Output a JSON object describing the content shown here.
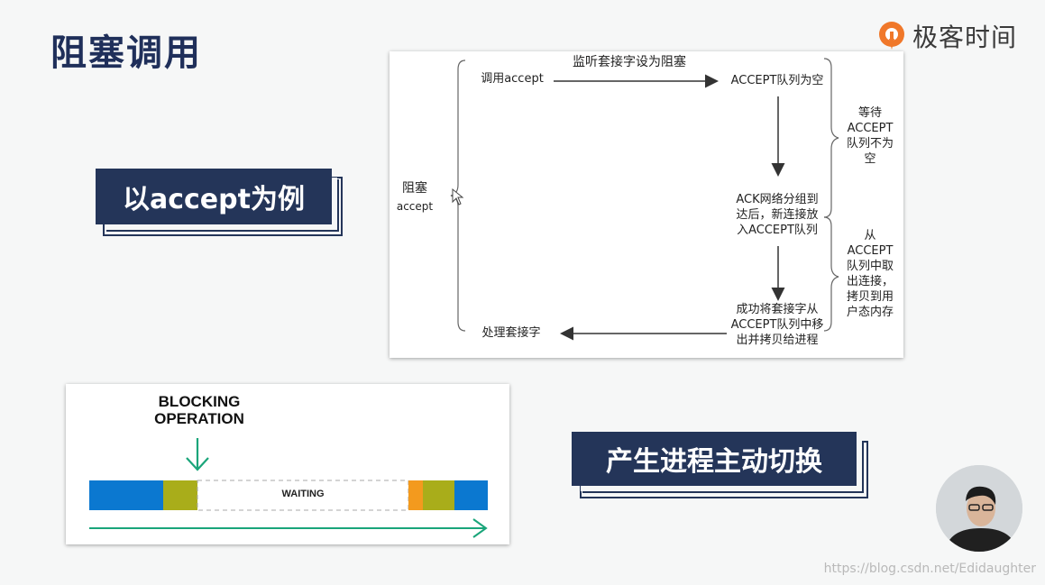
{
  "title": "阻塞调用",
  "logo": {
    "text": "极客时间"
  },
  "labels": {
    "example": "以accept为例",
    "switch": "产生进程主动切换"
  },
  "diagram": {
    "brace_label_line1": "阻塞",
    "brace_label_line2": "accept",
    "call_accept": "调用accept",
    "set_blocking": "监听套接字设为阻塞",
    "queue_empty": "ACCEPT队列为空",
    "ack_arrive": [
      "ACK网络分组到",
      "达后，新连接放",
      "入ACCEPT队列"
    ],
    "success": [
      "成功将套接字从",
      "ACCEPT队列中移",
      "出并拷贝给进程"
    ],
    "handle_socket": "处理套接字",
    "wait_note": [
      "等待",
      "ACCEPT",
      "队列不为",
      "空"
    ],
    "copy_note": [
      "从",
      "ACCEPT",
      "队列中取",
      "出连接，",
      "拷贝到用",
      "户态内存"
    ]
  },
  "blocking": {
    "heading_line1": "BLOCKING",
    "heading_line2": "OPERATION",
    "waiting": "WAITING",
    "colors": {
      "blue": "#0b78d0",
      "olive": "#a9ad1a",
      "orange": "#f39a1e",
      "green": "#1aa57a"
    }
  },
  "watermark": "https://blog.csdn.net/Edidaughter"
}
